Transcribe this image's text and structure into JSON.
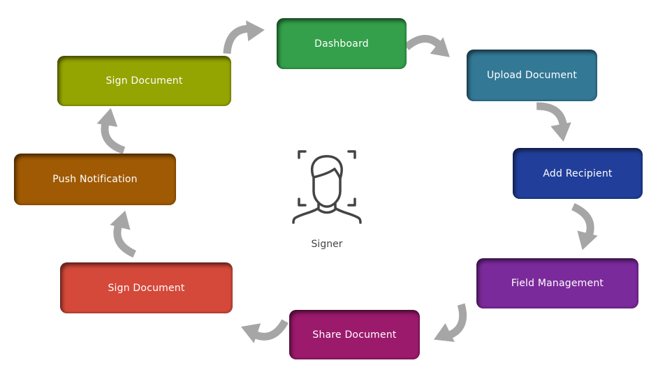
{
  "steps": [
    {
      "label": "Dashboard",
      "color": "#34a04b"
    },
    {
      "label": "Upload Document",
      "color": "#337895"
    },
    {
      "label": "Add Recipient",
      "color": "#213f9a"
    },
    {
      "label": "Field Management",
      "color": "#7b2a9b"
    },
    {
      "label": "Share Document",
      "color": "#9b1a6c"
    },
    {
      "label": "Sign Document",
      "color": "#d4493a"
    },
    {
      "label": "Push Notification",
      "color": "#a05a04"
    },
    {
      "label": "Sign Document",
      "color": "#94a400"
    }
  ],
  "center": {
    "label": "Signer",
    "icon": "user-face-scan-icon"
  },
  "arrow_color": "#a6a6a6"
}
